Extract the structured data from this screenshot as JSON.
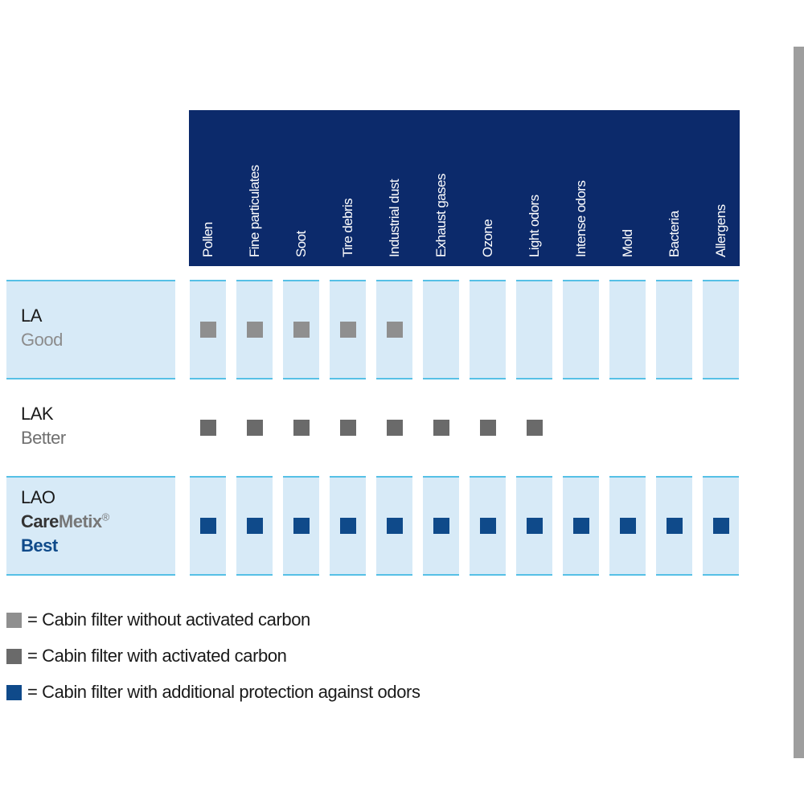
{
  "columns": [
    "Pollen",
    "Fine particulates",
    "Soot",
    "Tire debris",
    "Industrial dust",
    "Exhaust gases",
    "Ozone",
    "Light odors",
    "Intense odors",
    "Mold",
    "Bacteria",
    "Allergens"
  ],
  "rows": [
    {
      "id": "la",
      "code": "LA",
      "brand": "",
      "brand_suffix": "",
      "registered": "",
      "level": "Good",
      "level_color": "#8c8c8c",
      "shaded": true,
      "marker_color": "#8f8f8f",
      "cells": [
        true,
        true,
        true,
        true,
        true,
        false,
        false,
        false,
        false,
        false,
        false,
        false
      ]
    },
    {
      "id": "lak",
      "code": "LAK",
      "brand": "",
      "brand_suffix": "",
      "registered": "",
      "level": "Better",
      "level_color": "#6f6f6f",
      "shaded": false,
      "marker_color": "#6a6a6a",
      "cells": [
        true,
        true,
        true,
        true,
        true,
        true,
        true,
        true,
        false,
        false,
        false,
        false
      ]
    },
    {
      "id": "lao",
      "code": "LAO",
      "brand": "Care",
      "brand_suffix": "Metix",
      "registered": "®",
      "level": "Best",
      "level_color": "#0f4a8a",
      "shaded": true,
      "marker_color": "#0f4a8a",
      "cells": [
        true,
        true,
        true,
        true,
        true,
        true,
        true,
        true,
        true,
        true,
        true,
        true
      ]
    }
  ],
  "legend": [
    {
      "id": "without-carbon",
      "color": "#8f8f8f",
      "text": "= Cabin filter without activated carbon"
    },
    {
      "id": "with-carbon",
      "color": "#6a6a6a",
      "text": "= Cabin filter with activated carbon"
    },
    {
      "id": "additional-protection",
      "color": "#0f4a8a",
      "text": "= Cabin filter with additional protection against odors"
    }
  ],
  "colors": {
    "header_bg": "#0c2a6b",
    "row_shade": "#d7eaf7",
    "row_border": "#56c0e6",
    "code_text": "#1a1a1a",
    "brand_text": "#444444"
  }
}
